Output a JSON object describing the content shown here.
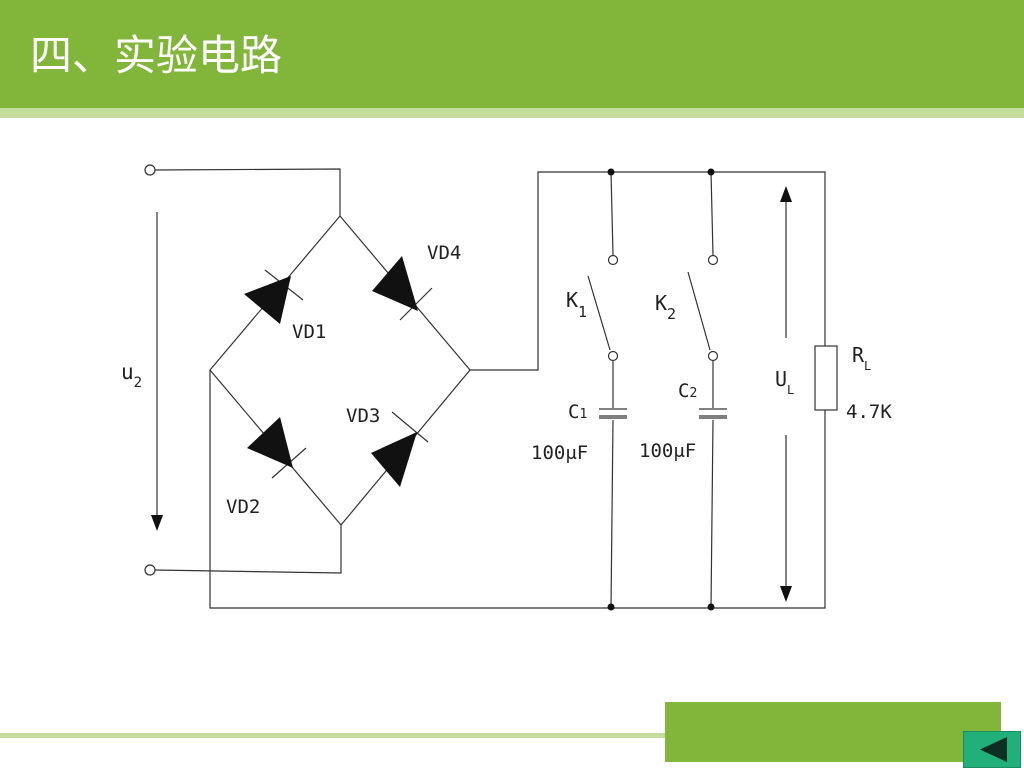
{
  "slide": {
    "title": "四、实验电路"
  },
  "circuit": {
    "input_voltage": {
      "main": "u",
      "sub": "2"
    },
    "diodes": [
      "VD1",
      "VD2",
      "VD3",
      "VD4"
    ],
    "switch_1": {
      "main": "K",
      "sub": "1"
    },
    "switch_2": {
      "main": "K",
      "sub": "2"
    },
    "cap_1": {
      "main": "C",
      "sub": "1",
      "value": "100μF"
    },
    "cap_2": {
      "main": "C",
      "sub": "2",
      "value": "100μF"
    },
    "output_voltage": {
      "main": "U",
      "sub": "L"
    },
    "load": {
      "main": "R",
      "sub": "L",
      "value": "4.7K"
    }
  },
  "nav": {
    "back_icon": "triangle-left-icon"
  },
  "colors": {
    "header": "#82b63b",
    "accent_light": "#c4dd9d",
    "button": "#22b07a"
  }
}
